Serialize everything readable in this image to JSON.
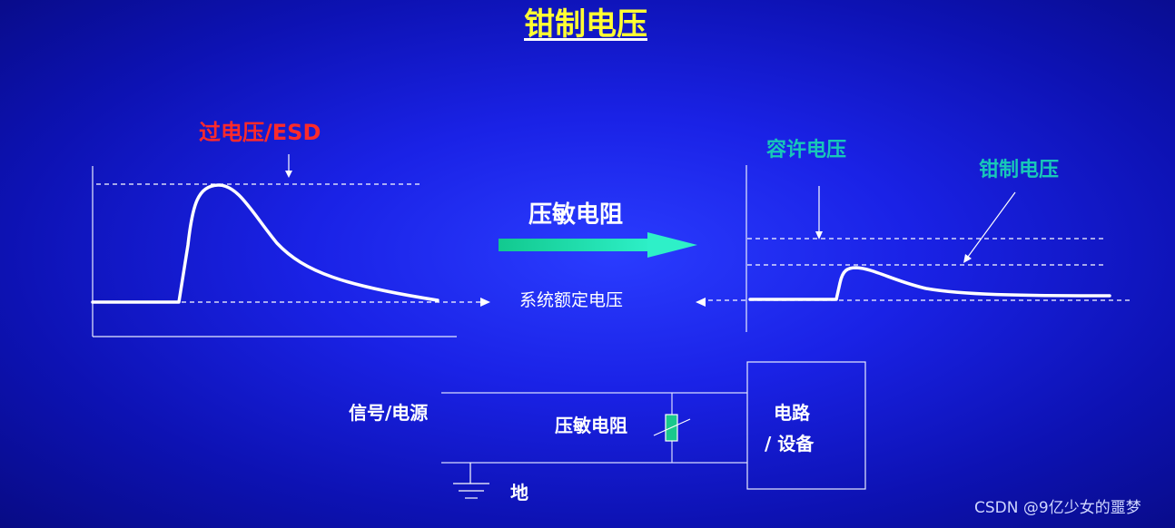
{
  "title": "钳制电压",
  "left_chart": {
    "overvoltage_label": "过电压/ESD"
  },
  "middle": {
    "varistor_label": "压敏电阻",
    "rated_voltage_label": "系统额定电压"
  },
  "right_chart": {
    "tolerance_label": "容许电压",
    "clamp_label": "钳制电压"
  },
  "circuit": {
    "signal_power_label": "信号/电源",
    "varistor_label": "压敏电阻",
    "device_line1": "电路",
    "device_line2": "/ 设备",
    "ground_label": "地"
  },
  "watermark": "CSDN @9亿少女的噩梦",
  "colors": {
    "background": "#1a22e6",
    "title": "#ffff33",
    "overvoltage": "#ff2a2a",
    "teal": "#18c8b8",
    "arrow": "#1de0b0",
    "varistor_fill": "#1ac88c"
  }
}
